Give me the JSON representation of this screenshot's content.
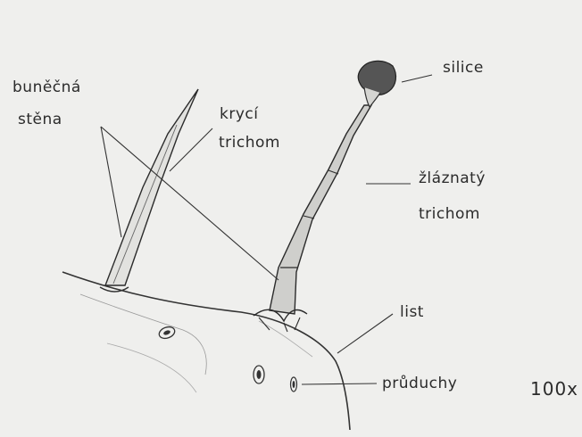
{
  "labels": {
    "cell_wall_line1": "buněčná",
    "cell_wall_line2": "stěna",
    "covering_trichome_line1": "krycí",
    "covering_trichome_line2": "trichom",
    "silica": "silice",
    "glandular_trichome_line1": "žláznatý",
    "glandular_trichome_line2": "trichom",
    "leaf": "list",
    "stomata": "průduchy",
    "magnification": "100x"
  }
}
